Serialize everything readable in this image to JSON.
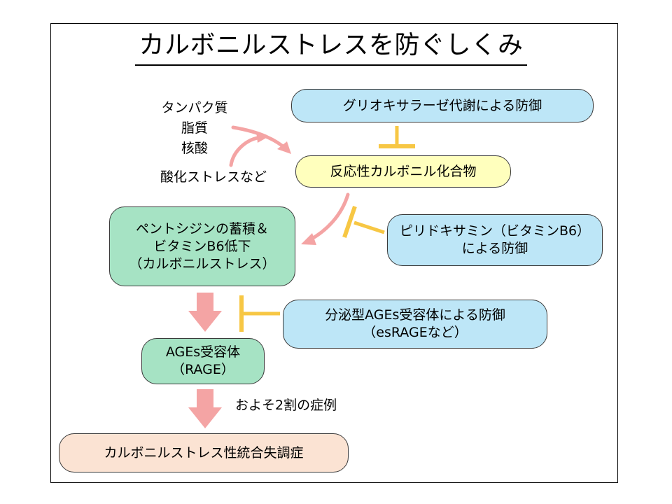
{
  "title": "カルボニルストレスを防ぐしくみ",
  "sources": {
    "text": "タンパク質\n脂質\n核酸",
    "stress": "酸化ストレスなど"
  },
  "boxes": {
    "glyoxalase": "グリオキサラーゼ代謝による防御",
    "reactive_carbonyl": "反応性カルボニル化合物",
    "pentosidine": "ペントシジンの蓄積＆\nビタミンB6低下\n（カルボニルストレス）",
    "pyridoxamine": "ピリドキサミン（ビタミンB6）\nによる防御",
    "esrage": "分泌型AGEs受容体による防御\n（esRAGEなど）",
    "rage": "AGEs受容体\n（RAGE）",
    "syndrome": "カルボニルストレス性統合失調症"
  },
  "labels": {
    "proportion": "およそ2割の症例"
  },
  "colors": {
    "promote_arrow": "#f4a4a4",
    "inhibit_bar": "#f7c744",
    "box_blue": "#bde6f7",
    "box_yellow": "#ffffbd",
    "box_green": "#a6e3c4",
    "box_peach": "#fbe3d3"
  }
}
